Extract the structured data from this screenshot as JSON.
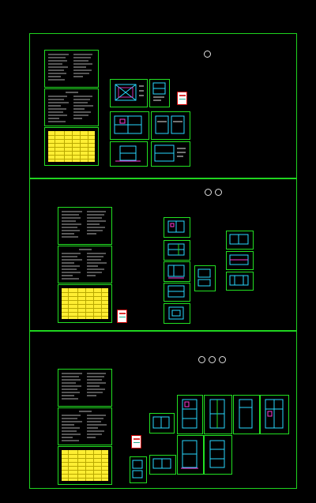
{
  "viewport": {
    "background": "#000000",
    "frame_color": "#22e022",
    "accent_cyan": "#29d9ff",
    "accent_yellow": "#ffee33",
    "accent_magenta": "#ff3ad6"
  },
  "sections": [
    {
      "id": "section-1",
      "marker_count": 1
    },
    {
      "id": "section-2",
      "marker_count": 2
    },
    {
      "id": "section-3",
      "marker_count": 3
    }
  ]
}
